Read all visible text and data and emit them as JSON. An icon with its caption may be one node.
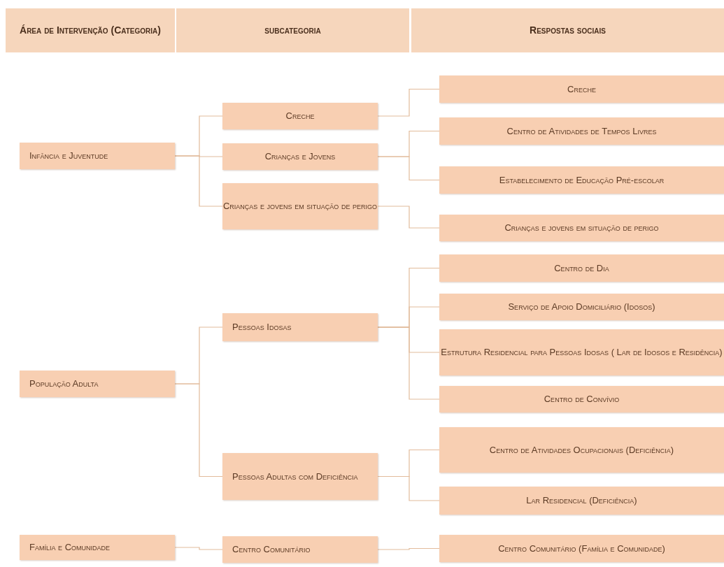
{
  "diagram": {
    "nodes": [
      {
        "text": [
          "Área de Intervenção (Categoria)"
        ]
      },
      {
        "text": [
          "subcategoria"
        ]
      },
      {
        "text": [
          "Respostas sociais"
        ]
      },
      {
        "text": [
          "Infância e Juventude"
        ]
      },
      {
        "text": [
          "Creche"
        ]
      },
      {
        "text": [
          "Crianças e Jovens"
        ]
      },
      {
        "text": [
          "Crianças e jovens em situação de perigo"
        ]
      },
      {
        "text": [
          "Creche"
        ]
      },
      {
        "text": [
          "Centro de Atividades de Tempos Livres"
        ]
      },
      {
        "text": [
          "Estabelecimento de Educação Pré-escolar"
        ]
      },
      {
        "text": [
          "Crianças e jovens em situação de perigo"
        ]
      },
      {
        "text": [
          "Centro de Dia"
        ]
      },
      {
        "text": [
          "Pessoas Idosas"
        ]
      },
      {
        "text": [
          "Serviço de Apoio Domiciliário (Idosos)"
        ]
      },
      {
        "text": [
          "Estrutura Residencial para Pessoas Idosas ( Lar de Idosos e Residência)"
        ]
      },
      {
        "text": [
          "População Adulta"
        ]
      },
      {
        "text": [
          "Centro de Convívio"
        ]
      },
      {
        "text": [
          "Centro de Atividades Ocupacionais (Deficiência)"
        ]
      },
      {
        "text": [
          "Pessoas Adultas com Deficiência"
        ]
      },
      {
        "text": [
          "Lar Residencial (Deficiência)"
        ]
      },
      {
        "text": [
          "Família e Comunidade"
        ]
      },
      {
        "text": [
          "Centro Comunitário"
        ]
      },
      {
        "text": [
          "Centro Comunitário (Família e Comunidade)"
        ]
      }
    ],
    "edges": [
      {
        "from": 3,
        "to": 4,
        "arrow": "none"
      },
      {
        "from": 3,
        "to": 5,
        "arrow": "none"
      },
      {
        "from": 3,
        "to": 6,
        "arrow": "none"
      },
      {
        "from": 4,
        "to": 7,
        "arrow": "none"
      },
      {
        "from": 5,
        "to": 8,
        "arrow": "none"
      },
      {
        "from": 5,
        "to": 9,
        "arrow": "none"
      },
      {
        "from": 6,
        "to": 10,
        "arrow": "none"
      },
      {
        "from": 15,
        "to": 12,
        "arrow": "none"
      },
      {
        "from": 15,
        "to": 18,
        "arrow": "none"
      },
      {
        "from": 12,
        "to": 11,
        "arrow": "none"
      },
      {
        "from": 12,
        "to": 13,
        "arrow": "none"
      },
      {
        "from": 12,
        "to": 14,
        "arrow": "none"
      },
      {
        "from": 12,
        "to": 16,
        "arrow": "none"
      },
      {
        "from": 18,
        "to": 17,
        "arrow": "none"
      },
      {
        "from": 18,
        "to": 19,
        "arrow": "none"
      },
      {
        "from": 20,
        "to": 21,
        "arrow": "none"
      },
      {
        "from": 21,
        "to": 22,
        "arrow": "none"
      }
    ]
  }
}
